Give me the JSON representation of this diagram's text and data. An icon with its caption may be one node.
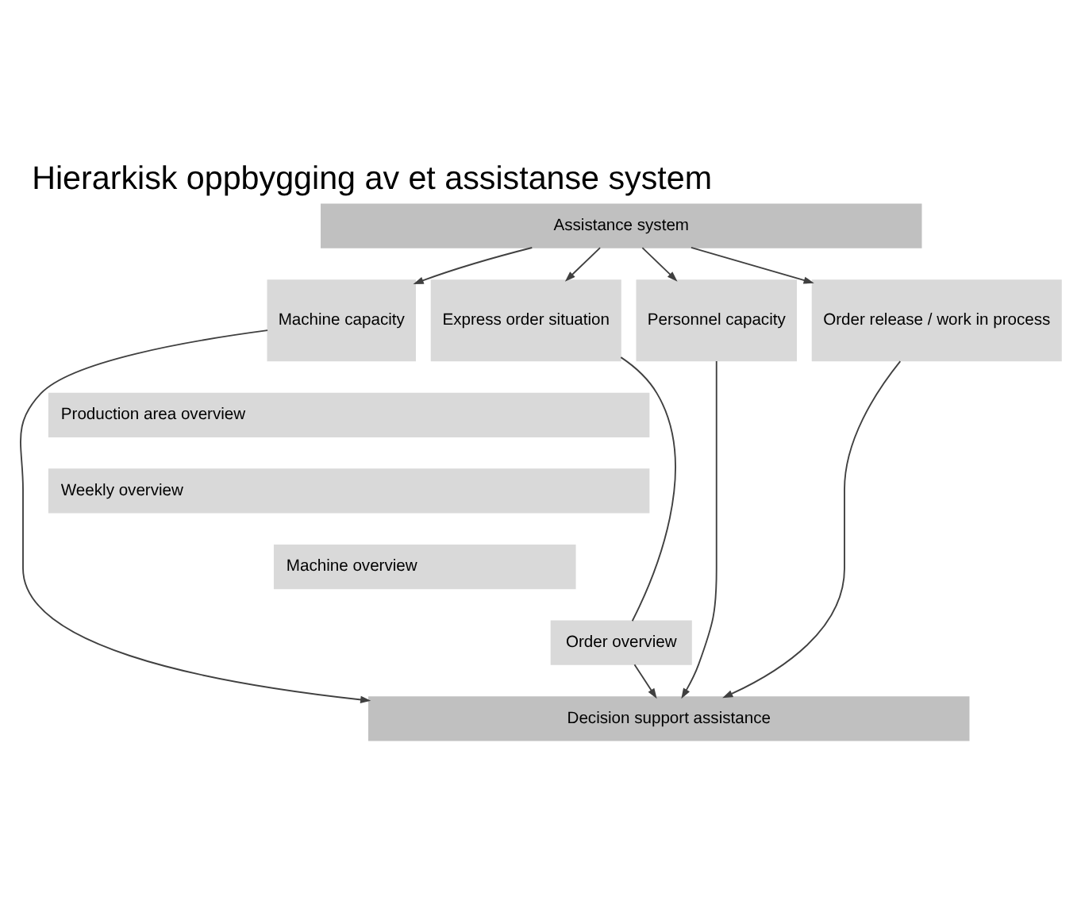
{
  "diagram": {
    "title": "Hierarkisk oppbygging av et assistanse system",
    "nodes": [
      {
        "text": [
          "Assistance system"
        ]
      },
      {
        "text": [
          "Machine capacity"
        ]
      },
      {
        "text": [
          "Personnel capacity"
        ]
      },
      {
        "text": [
          "Express order situation"
        ]
      },
      {
        "text": [
          "Order release / work in process"
        ]
      },
      {
        "text": [
          "Production area overview"
        ]
      },
      {
        "text": [
          "Weekly overview"
        ]
      },
      {
        "text": [
          "Machine overview"
        ]
      },
      {
        "text": [
          "Order overview"
        ]
      },
      {
        "text": [
          "Decision support assistance"
        ]
      }
    ],
    "edges": [
      {
        "from": 0,
        "to": 1,
        "arrow": "to"
      },
      {
        "from": 0,
        "to": 2,
        "arrow": "to"
      },
      {
        "from": 0,
        "to": 3,
        "arrow": "to"
      },
      {
        "from": 0,
        "to": 4,
        "arrow": "to"
      },
      {
        "from": 1,
        "to": 9,
        "arrow": "to"
      },
      {
        "from": 2,
        "to": 9,
        "arrow": "to"
      },
      {
        "from": 3,
        "to": 8,
        "arrow": "none"
      },
      {
        "from": 8,
        "to": 9,
        "arrow": "to"
      },
      {
        "from": 4,
        "to": 9,
        "arrow": "to"
      }
    ]
  }
}
